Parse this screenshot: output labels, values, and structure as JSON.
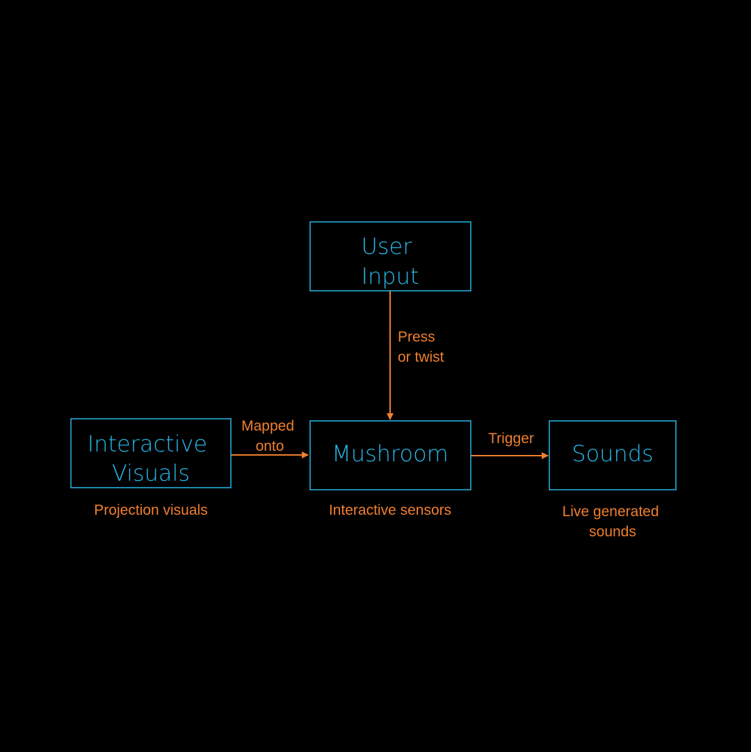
{
  "colors": {
    "background": "#000000",
    "node": "#29b8e8",
    "edge": "#f07f2f"
  },
  "nodes": {
    "user_input": {
      "lines": [
        "User",
        "Input"
      ]
    },
    "interactive_visuals": {
      "lines": [
        "Interactive",
        "Visuals"
      ]
    },
    "mushroom": {
      "lines": [
        "Mushroom"
      ]
    },
    "sounds": {
      "lines": [
        "Sounds"
      ]
    }
  },
  "edges": {
    "press_or_twist": {
      "lines": [
        "Press",
        "or twist"
      ]
    },
    "mapped_onto": {
      "lines": [
        "Mapped",
        "onto"
      ]
    },
    "trigger": {
      "lines": [
        "Trigger"
      ]
    }
  },
  "captions": {
    "projection_visuals": {
      "lines": [
        "Projection visuals"
      ]
    },
    "interactive_sensors": {
      "lines": [
        "Interactive sensors"
      ]
    },
    "live_generated_sounds": {
      "lines": [
        "Live generated",
        "sounds"
      ]
    }
  }
}
